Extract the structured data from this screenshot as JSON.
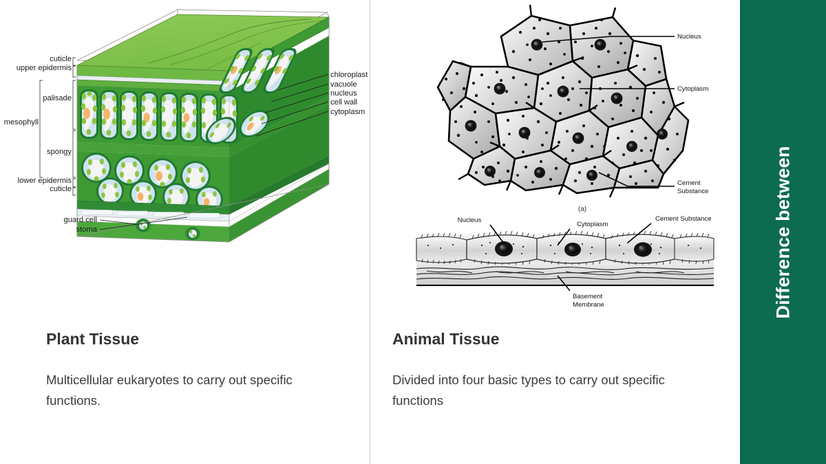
{
  "sidebar": {
    "label": "Difference between",
    "bg_color": "#0d6b4f",
    "text_color": "#ffffff"
  },
  "layout": {
    "divider_color": "#cfcfcf",
    "background": "#ffffff",
    "heading_color": "#333333",
    "body_color": "#3c3c3c"
  },
  "columns": [
    {
      "title": "Plant Tissue",
      "body": "Multicellular eukaryotes to carry out specific functions."
    },
    {
      "title": "Animal Tissue",
      "body": "Divided into four basic types to carry out specific functions"
    }
  ],
  "plant_figure": {
    "name": "plant-tissue-leaf-cross-section",
    "left_labels": [
      "cuticle",
      "upper epidermis",
      "palisade",
      "mesophyll",
      "spongy",
      "lower epidermis",
      "cuticle"
    ],
    "right_labels": [
      "chloroplast",
      "vacuole",
      "nucleus",
      "cell wall",
      "cytoplasm"
    ],
    "bottom_labels": [
      "guard cell",
      "stoma"
    ],
    "colors": {
      "leaf_top": "#86c651",
      "leaf_side": "#4da83c",
      "leaf_dark": "#2f8c34",
      "cell_wall": "#1f7a33",
      "cytoplasm": "#cfe3ef",
      "vacuole": "#f2f2f2",
      "chloroplast": "#8cc63f",
      "nucleus": "#f4b46a"
    }
  },
  "animal_figure": {
    "name": "animal-tissue-epithelium",
    "top_view_labels": [
      "Nucleus",
      "Cytoplasm",
      "Cement Substance"
    ],
    "top_view_caption": "(a)",
    "side_view_labels": [
      "Nucleus",
      "Cytoplasm",
      "Cement Substance",
      "Basement Membrane"
    ],
    "colors": {
      "cell_fill_light": "#f4f4f4",
      "cell_fill_dark": "#b8b8b8",
      "outline": "#000000",
      "granule": "#0d0d0d",
      "nucleus_ring": "#1a1a1a"
    }
  }
}
